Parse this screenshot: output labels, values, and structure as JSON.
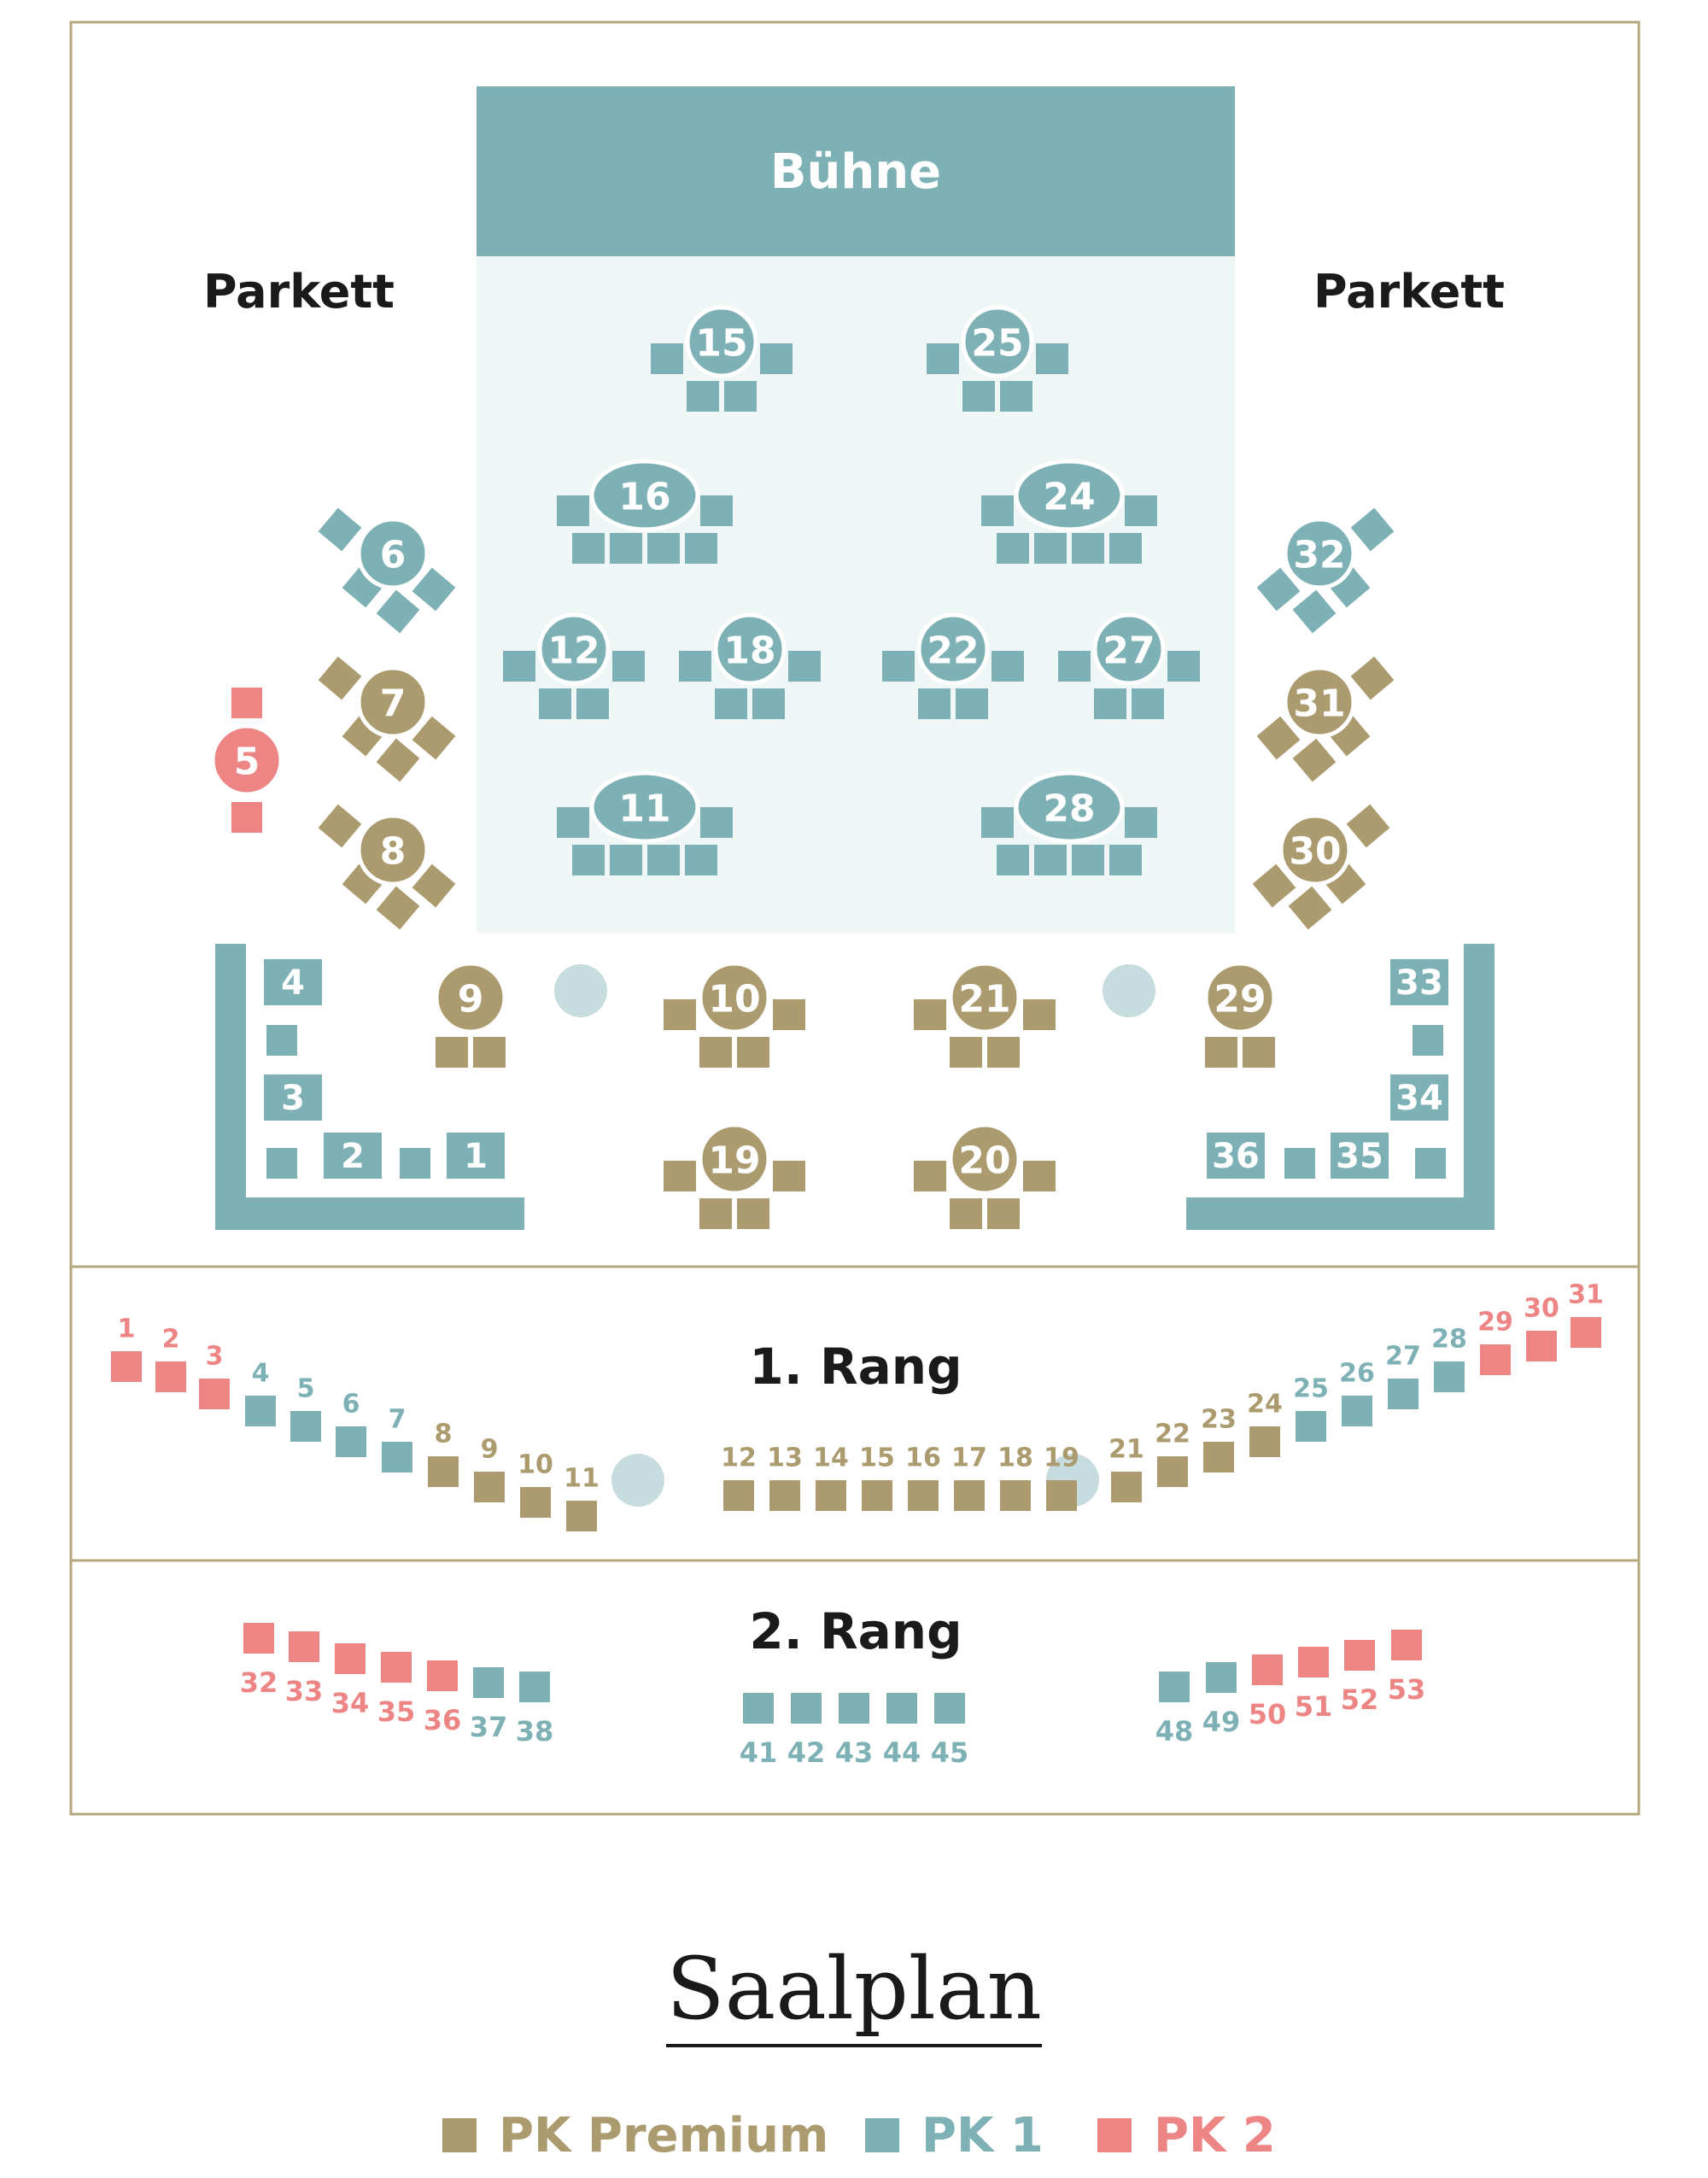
{
  "colors": {
    "premium": "#ab9b6e",
    "pk1": "#7eb1b5",
    "pk2": "#ee8585",
    "frame": "#b5a77d",
    "stage_area": "#eef6f6",
    "pillar": "#c6dcde",
    "text_dark": "#1a1a1a"
  },
  "labels": {
    "stage": "Bühne",
    "parkett_left": "Parkett",
    "parkett_right": "Parkett",
    "rang1": "1. Rang",
    "rang2": "2. Rang",
    "title": "Saalplan"
  },
  "legend": [
    {
      "label": "PK Premium",
      "category": "premium"
    },
    {
      "label": "PK 1",
      "category": "pk1"
    },
    {
      "label": "PK 2",
      "category": "pk2"
    }
  ],
  "parkett": {
    "stage_tables": [
      {
        "number": "15",
        "category": "pk1"
      },
      {
        "number": "25",
        "category": "pk1"
      },
      {
        "number": "16",
        "category": "pk1"
      },
      {
        "number": "24",
        "category": "pk1"
      },
      {
        "number": "12",
        "category": "pk1"
      },
      {
        "number": "18",
        "category": "pk1"
      },
      {
        "number": "22",
        "category": "pk1"
      },
      {
        "number": "27",
        "category": "pk1"
      },
      {
        "number": "11",
        "category": "pk1"
      },
      {
        "number": "28",
        "category": "pk1"
      }
    ],
    "side_tables": [
      {
        "number": "6",
        "category": "pk1"
      },
      {
        "number": "7",
        "category": "premium"
      },
      {
        "number": "8",
        "category": "premium"
      },
      {
        "number": "32",
        "category": "pk1"
      },
      {
        "number": "31",
        "category": "premium"
      },
      {
        "number": "30",
        "category": "premium"
      },
      {
        "number": "5",
        "category": "pk2"
      }
    ],
    "front_tables": [
      {
        "number": "9",
        "category": "premium"
      },
      {
        "number": "10",
        "category": "premium"
      },
      {
        "number": "21",
        "category": "premium"
      },
      {
        "number": "29",
        "category": "premium"
      },
      {
        "number": "19",
        "category": "premium"
      },
      {
        "number": "20",
        "category": "premium"
      }
    ],
    "corner_seats": [
      {
        "number": "4",
        "category": "pk1"
      },
      {
        "number": "3",
        "category": "pk1"
      },
      {
        "number": "2",
        "category": "pk1"
      },
      {
        "number": "1",
        "category": "pk1"
      },
      {
        "number": "33",
        "category": "pk1"
      },
      {
        "number": "34",
        "category": "pk1"
      },
      {
        "number": "36",
        "category": "pk1"
      },
      {
        "number": "35",
        "category": "pk1"
      }
    ]
  },
  "rang1_seats": [
    {
      "number": "1",
      "category": "pk2"
    },
    {
      "number": "2",
      "category": "pk2"
    },
    {
      "number": "3",
      "category": "pk2"
    },
    {
      "number": "4",
      "category": "pk1"
    },
    {
      "number": "5",
      "category": "pk1"
    },
    {
      "number": "6",
      "category": "pk1"
    },
    {
      "number": "7",
      "category": "pk1"
    },
    {
      "number": "8",
      "category": "premium"
    },
    {
      "number": "9",
      "category": "premium"
    },
    {
      "number": "10",
      "category": "premium"
    },
    {
      "number": "11",
      "category": "premium"
    },
    {
      "number": "12",
      "category": "premium"
    },
    {
      "number": "13",
      "category": "premium"
    },
    {
      "number": "14",
      "category": "premium"
    },
    {
      "number": "15",
      "category": "premium"
    },
    {
      "number": "16",
      "category": "premium"
    },
    {
      "number": "17",
      "category": "premium"
    },
    {
      "number": "18",
      "category": "premium"
    },
    {
      "number": "19",
      "category": "premium"
    },
    {
      "number": "21",
      "category": "premium"
    },
    {
      "number": "22",
      "category": "premium"
    },
    {
      "number": "23",
      "category": "premium"
    },
    {
      "number": "24",
      "category": "premium"
    },
    {
      "number": "25",
      "category": "pk1"
    },
    {
      "number": "26",
      "category": "pk1"
    },
    {
      "number": "27",
      "category": "pk1"
    },
    {
      "number": "28",
      "category": "pk1"
    },
    {
      "number": "29",
      "category": "pk2"
    },
    {
      "number": "30",
      "category": "pk2"
    },
    {
      "number": "31",
      "category": "pk2"
    }
  ],
  "rang2_seats": [
    {
      "number": "32",
      "category": "pk2"
    },
    {
      "number": "33",
      "category": "pk2"
    },
    {
      "number": "34",
      "category": "pk2"
    },
    {
      "number": "35",
      "category": "pk2"
    },
    {
      "number": "36",
      "category": "pk2"
    },
    {
      "number": "37",
      "category": "pk1"
    },
    {
      "number": "38",
      "category": "pk1"
    },
    {
      "number": "41",
      "category": "pk1"
    },
    {
      "number": "42",
      "category": "pk1"
    },
    {
      "number": "43",
      "category": "pk1"
    },
    {
      "number": "44",
      "category": "pk1"
    },
    {
      "number": "45",
      "category": "pk1"
    },
    {
      "number": "48",
      "category": "pk1"
    },
    {
      "number": "49",
      "category": "pk1"
    },
    {
      "number": "50",
      "category": "pk2"
    },
    {
      "number": "51",
      "category": "pk2"
    },
    {
      "number": "52",
      "category": "pk2"
    },
    {
      "number": "53",
      "category": "pk2"
    }
  ]
}
